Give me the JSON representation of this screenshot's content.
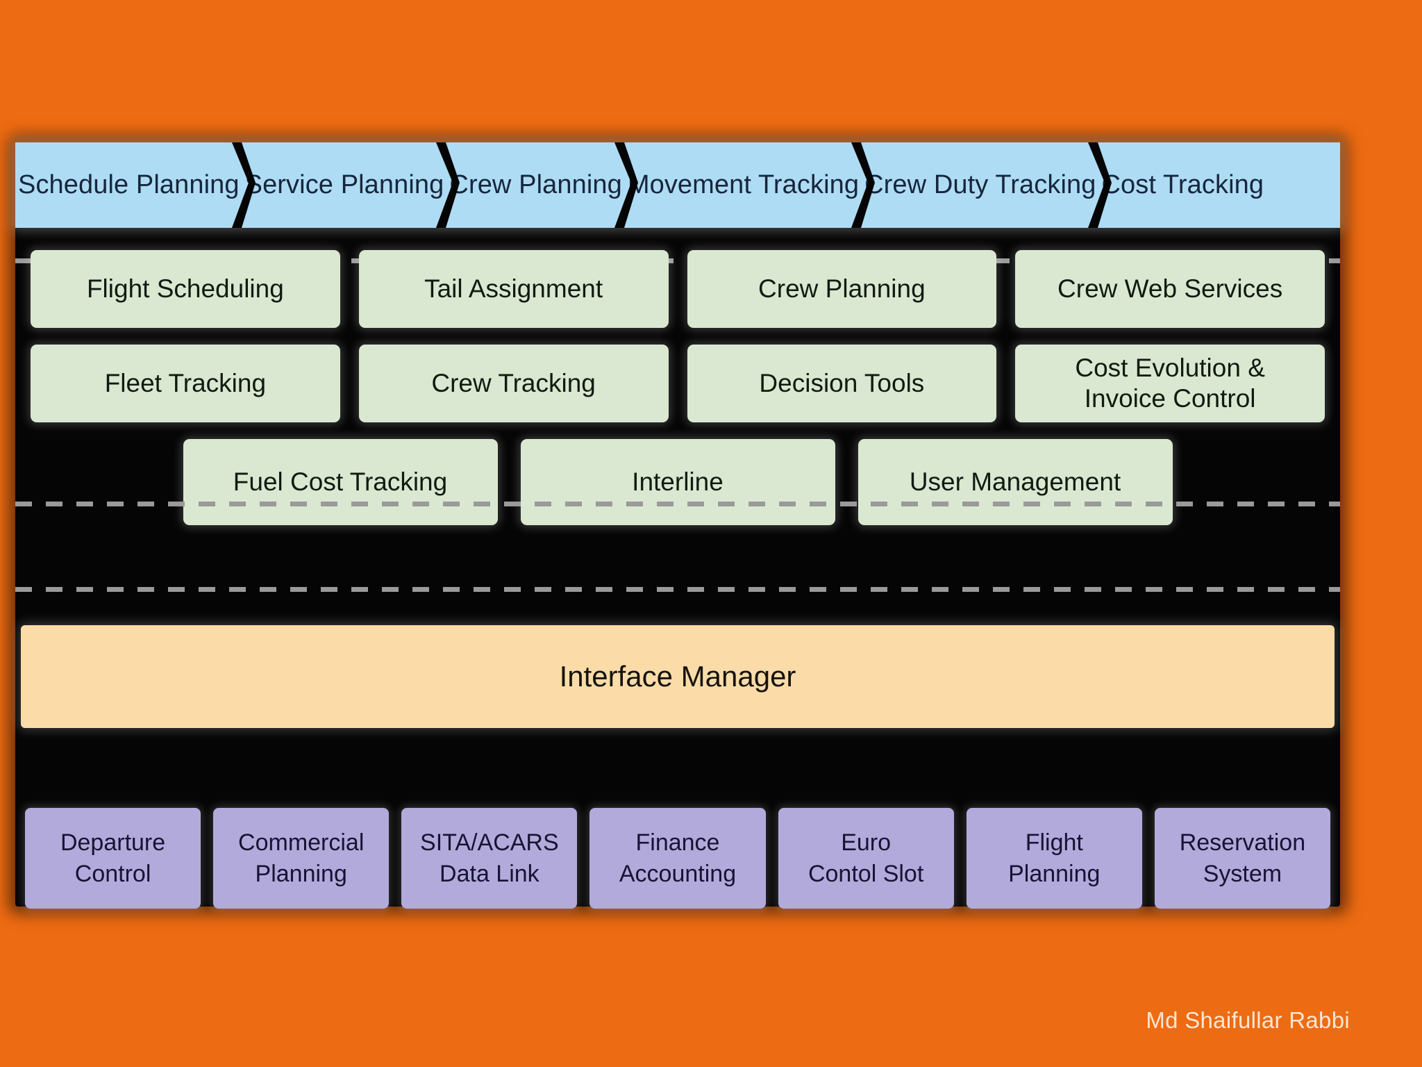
{
  "colors": {
    "background_orange": "#ED6B12",
    "panel_black": "#050505",
    "banner_blue": "#AEDCF4",
    "module_green": "#DAE8D1",
    "interface_peach": "#FBDCA9",
    "external_purple": "#B3AADC",
    "dash_gray": "#9A9A9A"
  },
  "banner": {
    "name": "process-phase-banner",
    "phases": [
      {
        "label": "Schedule Planning"
      },
      {
        "label": "Service Planning"
      },
      {
        "label": "Crew Planning"
      },
      {
        "label": "Movement Tracking"
      },
      {
        "label": "Crew Duty Tracking"
      },
      {
        "label": "Cost Tracking"
      }
    ]
  },
  "modules": {
    "row1": [
      {
        "label": "Flight Scheduling"
      },
      {
        "label": "Tail Assignment"
      },
      {
        "label": "Crew Planning"
      },
      {
        "label": "Crew Web Services"
      }
    ],
    "row2": [
      {
        "label": "Fleet Tracking"
      },
      {
        "label": "Crew Tracking"
      },
      {
        "label": "Decision Tools"
      },
      {
        "label": "Cost Evolution &",
        "label2": "Invoice Control"
      }
    ],
    "row3": [
      {
        "label": "Fuel Cost Tracking"
      },
      {
        "label": "Interline"
      },
      {
        "label": "User Management"
      }
    ]
  },
  "interface_manager": {
    "label": "Interface Manager"
  },
  "external_systems": [
    {
      "line1": "Departure",
      "line2": "Control"
    },
    {
      "line1": "Commercial",
      "line2": "Planning"
    },
    {
      "line1": "SITA/ACARS",
      "line2": "Data Link"
    },
    {
      "line1": "Finance",
      "line2": "Accounting"
    },
    {
      "line1": "Euro",
      "line2": "Contol Slot"
    },
    {
      "line1": "Flight",
      "line2": "Planning"
    },
    {
      "line1": "Reservation",
      "line2": "System"
    }
  ],
  "watermark": {
    "label": "Md Shaifullar Rabbi"
  }
}
